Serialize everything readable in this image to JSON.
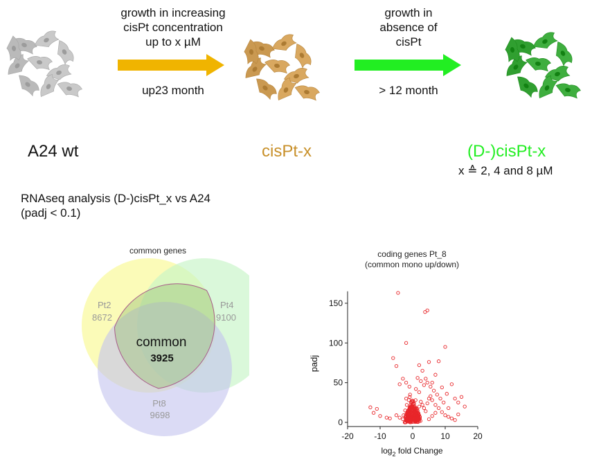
{
  "workflow": {
    "step1_top": [
      "growth in increasing",
      "cisPt concentration",
      "up to x µM"
    ],
    "step1_bottom": "up23 month",
    "step2_top": [
      "growth in",
      "absence of",
      "cisPt"
    ],
    "step2_bottom": "> 12 month",
    "stages": {
      "wt": "A24 wt",
      "cispt": "cisPt-x",
      "dcispt": "(D-)cisPt-x",
      "dcispt_sub": "x ≙ 2, 4 and 8 µM"
    },
    "colors": {
      "wt_cells": "#c9c9c9",
      "cispt_cells": "#d9a860",
      "dcispt_cells": "#3fae3f",
      "arrow1": "#f0b400",
      "arrow2": "#22ee22"
    }
  },
  "analysis": {
    "line1": "RNAseq analysis (D-)cisPt_x vs A24",
    "line2": "(padj < 0.1)"
  },
  "venn": {
    "title": "common genes",
    "sets": [
      {
        "name": "Pt2",
        "count": "8672",
        "color": "#fafaa0"
      },
      {
        "name": "Pt4",
        "count": "9100",
        "color": "#c6f5c6"
      },
      {
        "name": "Pt8",
        "count": "9698",
        "color": "#c3c3ef"
      }
    ],
    "common_label": "common",
    "common_count": "3925"
  },
  "volcano": {
    "title_line1": "coding genes Pt_8",
    "title_line2": "(common mono up/down)",
    "ylabel": "padj",
    "xlabel_prefix": "log",
    "xlabel_sub": "2",
    "xlabel_suffix": " fold Change",
    "xticks": [
      "-20",
      "-10",
      "0",
      "10",
      "20"
    ],
    "yticks": [
      "0",
      "50",
      "100",
      "150"
    ],
    "point_color": "#e8262a"
  },
  "chart_data": {
    "type": "scatter",
    "title": "coding genes Pt_8 (common mono up/down)",
    "xlabel": "log2 fold Change",
    "ylabel": "padj",
    "xlim": [
      -20,
      20
    ],
    "ylim": [
      0,
      170
    ],
    "points": [
      [
        -4.5,
        163
      ],
      [
        4.5,
        141
      ],
      [
        3.8,
        139
      ],
      [
        -2,
        100
      ],
      [
        10,
        95
      ],
      [
        8,
        77
      ],
      [
        -6,
        81
      ],
      [
        5,
        76
      ],
      [
        -5,
        71
      ],
      [
        2,
        72
      ],
      [
        3,
        65
      ],
      [
        7,
        60
      ],
      [
        12,
        48
      ],
      [
        -4,
        48
      ],
      [
        -3,
        55
      ],
      [
        -2,
        50
      ],
      [
        -1,
        45
      ],
      [
        -2,
        30
      ],
      [
        1,
        42
      ],
      [
        2,
        38
      ],
      [
        4,
        55
      ],
      [
        6,
        50
      ],
      [
        9,
        44
      ],
      [
        13,
        30
      ],
      [
        14,
        25
      ],
      [
        11,
        18
      ],
      [
        15,
        32
      ],
      [
        -13,
        19
      ],
      [
        -12,
        12
      ],
      [
        -10,
        8
      ],
      [
        -8,
        6
      ],
      [
        -11,
        17
      ],
      [
        -7,
        5
      ],
      [
        -5,
        9
      ],
      [
        -4,
        6
      ],
      [
        -3,
        4
      ],
      [
        -2,
        2
      ],
      [
        -1.5,
        12
      ],
      [
        -1,
        18
      ],
      [
        -0.5,
        25
      ],
      [
        0,
        3
      ],
      [
        0.5,
        5
      ],
      [
        1,
        10
      ],
      [
        1.5,
        15
      ],
      [
        2,
        20
      ],
      [
        2.5,
        26
      ],
      [
        3,
        22
      ],
      [
        3.5,
        18
      ],
      [
        4,
        14
      ],
      [
        4.5,
        24
      ],
      [
        5,
        30
      ],
      [
        5.5,
        33
      ],
      [
        6,
        28
      ],
      [
        7,
        22
      ],
      [
        8,
        18
      ],
      [
        9,
        13
      ],
      [
        10,
        9
      ],
      [
        11,
        7
      ],
      [
        12,
        5
      ],
      [
        13,
        3
      ],
      [
        14,
        10
      ],
      [
        7.5,
        35
      ],
      [
        6.5,
        40
      ],
      [
        5.5,
        45
      ],
      [
        4.5,
        50
      ],
      [
        3.5,
        47
      ],
      [
        2.5,
        52
      ],
      [
        1.5,
        56
      ],
      [
        -0.8,
        35
      ],
      [
        -1.2,
        28
      ],
      [
        -1.8,
        22
      ],
      [
        -2.3,
        15
      ],
      [
        -2.8,
        9
      ],
      [
        0.2,
        8
      ],
      [
        -0.2,
        12
      ],
      [
        0.6,
        17
      ],
      [
        -0.6,
        22
      ],
      [
        0.9,
        28
      ],
      [
        -0.9,
        32
      ],
      [
        0.3,
        1
      ],
      [
        -0.3,
        2
      ],
      [
        0.7,
        3
      ],
      [
        -0.7,
        4
      ],
      [
        1.1,
        6
      ],
      [
        -1.1,
        7
      ],
      [
        1.4,
        2
      ],
      [
        -1.4,
        3
      ],
      [
        1.8,
        4
      ],
      [
        -1.8,
        5
      ],
      [
        2.2,
        7
      ],
      [
        -2.2,
        8
      ],
      [
        16,
        20
      ],
      [
        9.5,
        25
      ],
      [
        8.5,
        30
      ],
      [
        10.5,
        36
      ],
      [
        7,
        12
      ],
      [
        6,
        8
      ],
      [
        5,
        4
      ]
    ]
  }
}
